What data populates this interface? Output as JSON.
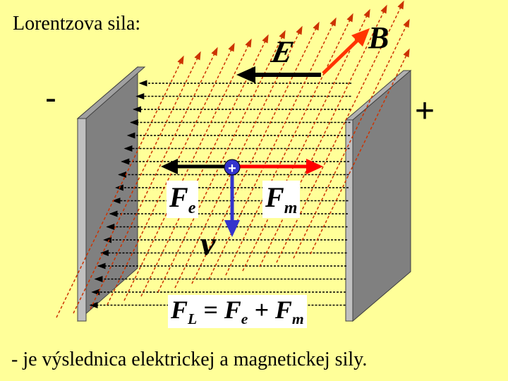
{
  "title": "Lorentzova sila:",
  "caption": "- je výslednica elektrickej a magnetickej sily.",
  "signs": {
    "negative": "-",
    "positive": "+"
  },
  "labels": {
    "E": "E",
    "B": "B",
    "Fe_main": "F",
    "Fe_sub": "e",
    "Fm_main": "F",
    "Fm_sub": "m",
    "v": "v",
    "charge": "+"
  },
  "equation": {
    "FL": "F",
    "FL_sub": "L",
    "eq": " = ",
    "Fe": "F",
    "Fe_sub": "e",
    "plus": " + ",
    "Fm": "F",
    "Fm_sub": "m"
  },
  "colors": {
    "background": "#ffff99",
    "plate_light": "#c0c0c0",
    "plate_dark": "#808080",
    "magnetic": "#cc3300",
    "force_fm": "#ff0000",
    "velocity": "#3333cc",
    "field_lines": "#000000"
  }
}
